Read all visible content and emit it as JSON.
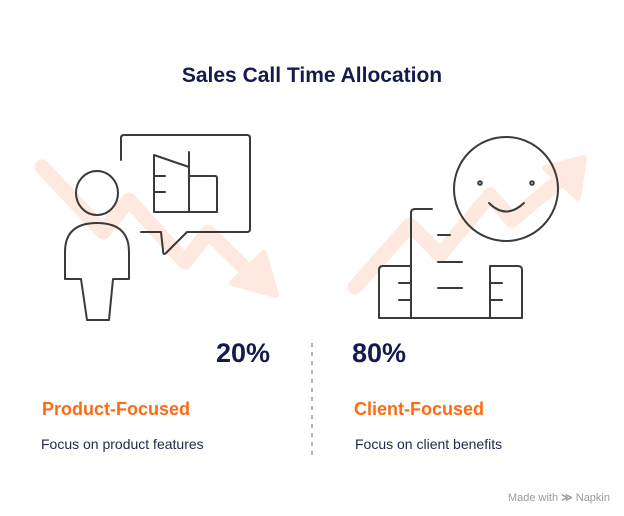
{
  "title": "Sales Call Time Allocation",
  "left": {
    "percent": "20%",
    "label": "Product-Focused",
    "description": "Focus on product features",
    "trend": "down"
  },
  "right": {
    "percent": "80%",
    "label": "Client-Focused",
    "description": "Focus on client benefits",
    "trend": "up"
  },
  "footer": {
    "made_with": "Made with",
    "brand": "Napkin"
  },
  "colors": {
    "navy": "#141b4d",
    "orange": "#ff6a13",
    "arrow": "#fde9df",
    "icon": "#3a3a3a"
  }
}
